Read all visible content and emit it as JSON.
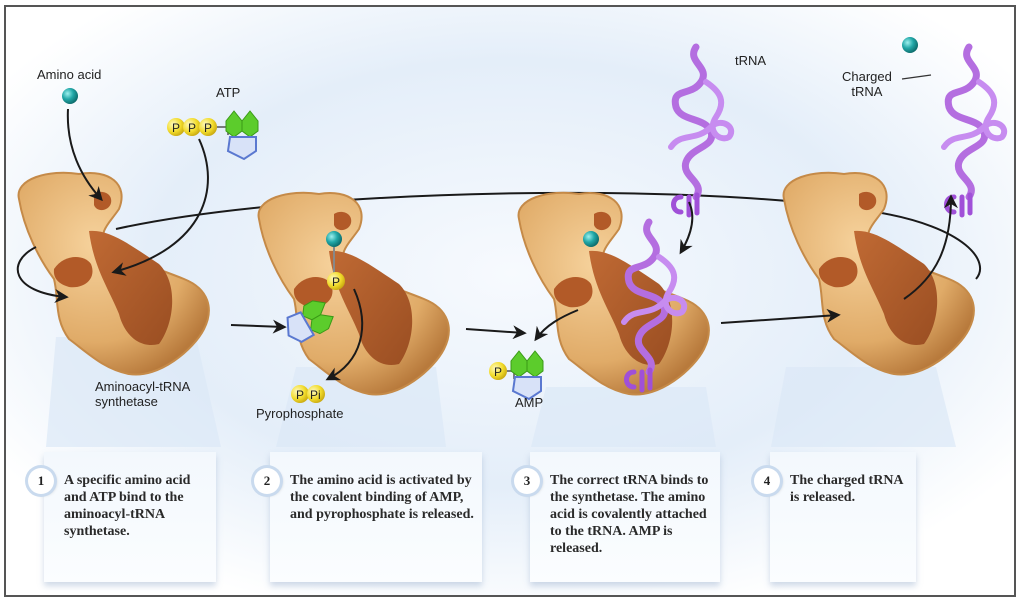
{
  "figure": {
    "title": "Aminoacyl-tRNA synthetase charging tRNA",
    "colors": {
      "enzyme": "#e0ad6c",
      "enzyme_dark": "#a85a2a",
      "amino_acid": "#22a6a6",
      "phosphate": "#f2dc2c",
      "base_green": "#5ccc2c",
      "ribose_blue": "#8aa6e6",
      "trna": "#b46ee0",
      "arrow": "#1a1a1a",
      "background": "#e8f0fa"
    }
  },
  "labels": {
    "amino_acid": "Amino acid",
    "atp": "ATP",
    "synthetase": "Aminoacyl-tRNA\nsynthetase",
    "pyrophosphate": "Pyrophosphate",
    "amp": "AMP",
    "trna": "tRNA",
    "charged_trna": "Charged\ntRNA",
    "phosphate_symbol": "P",
    "pi_symbol": "Pi"
  },
  "steps": [
    {
      "number": "1",
      "text": "A specific amino acid and ATP bind to the aminoacyl-tRNA synthetase."
    },
    {
      "number": "2",
      "text": "The amino acid is activated by the covalent binding of AMP, and pyrophosphate is released."
    },
    {
      "number": "3",
      "text": "The correct tRNA binds to the synthetase. The amino acid is covalently attached to the tRNA. AMP is released."
    },
    {
      "number": "4",
      "text": "The charged tRNA is released."
    }
  ]
}
